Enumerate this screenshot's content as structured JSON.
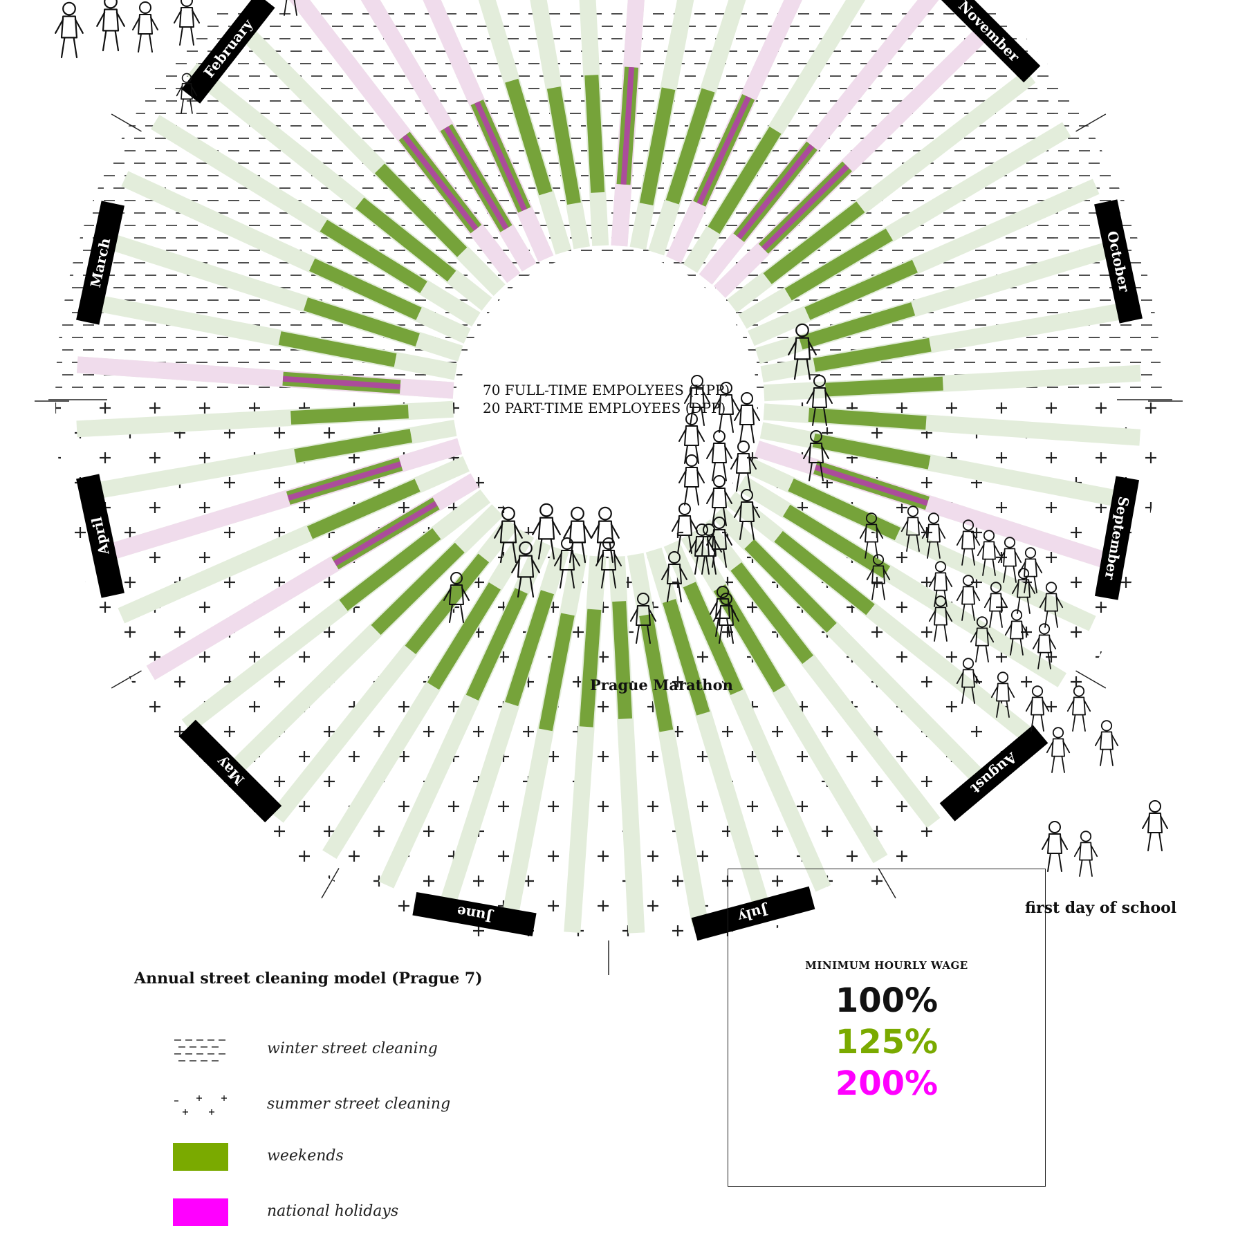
{
  "title": "Annual street cleaning model (Prague 7)",
  "center_lines": [
    "70 FULL-TIME EMPOLYEES (HPP)",
    "20 PART-TIME EMPLOYEES (DPP)"
  ],
  "months": [
    "February",
    "March",
    "April",
    "May",
    "June",
    "July",
    "August",
    "September",
    "October",
    "November"
  ],
  "events": {
    "marathon": "Prague Marathon",
    "school": "first day of school"
  },
  "legend": [
    {
      "key": "winter",
      "label": "winter street cleaning"
    },
    {
      "key": "summer",
      "label": "summer street cleaning"
    },
    {
      "key": "weekend",
      "label": "weekends",
      "color": "#7aaa00"
    },
    {
      "key": "holiday",
      "label": "national holidays",
      "color": "#ff00ff"
    }
  ],
  "wage": {
    "title": "MINIMUM HOURLY WAGE",
    "levels": [
      {
        "value": "100%",
        "color": "#111111"
      },
      {
        "value": "125%",
        "color": "#7aaa00"
      },
      {
        "value": "200%",
        "color": "#ff00ff"
      }
    ]
  },
  "colors": {
    "bar_light": "#e3eddb",
    "bar_weekend": "#76a33a",
    "bar_holiday": "#ab4c9b",
    "bar_holiday_light": "#f0dcec"
  }
}
